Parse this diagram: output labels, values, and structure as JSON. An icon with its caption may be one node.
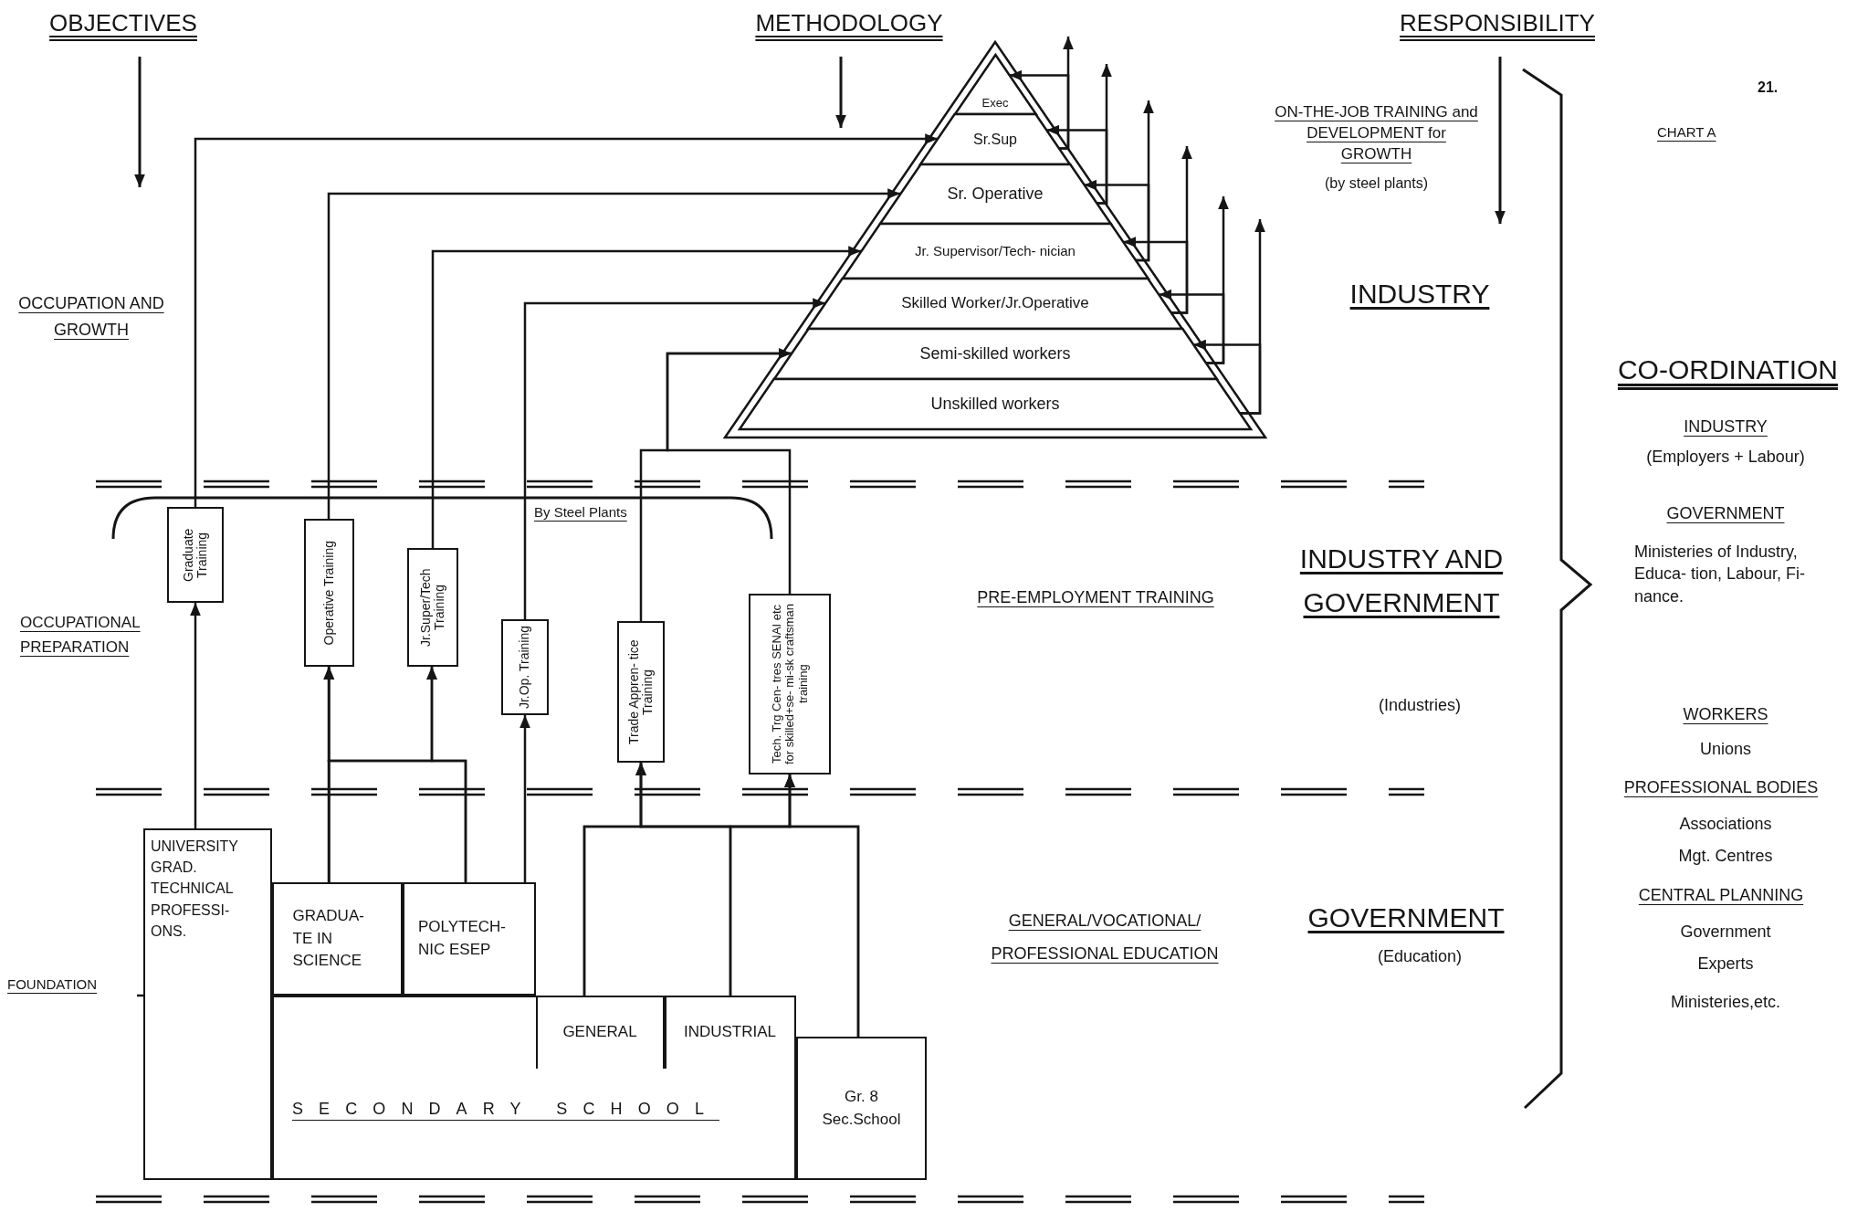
{
  "diagram": {
    "nodes": [
      {
        "text": [
          "Exec"
        ]
      },
      {
        "text": [
          "Sr.Sup"
        ]
      },
      {
        "text": [
          "Sr. Operative"
        ]
      },
      {
        "text": [
          "Jr. Supervisor/Tech- nician"
        ]
      },
      {
        "text": [
          "Skilled Worker/Jr.Operative"
        ]
      },
      {
        "text": [
          "Semi-skilled workers"
        ]
      },
      {
        "text": [
          "Unskilled workers"
        ]
      },
      {
        "text": [
          "Graduate Training"
        ]
      },
      {
        "text": [
          "Operative Training"
        ]
      },
      {
        "text": [
          "Jr.Super/Tech Training"
        ]
      },
      {
        "text": [
          "Jr.Op. Training"
        ]
      },
      {
        "text": [
          "Trade Appren- tice Training"
        ]
      },
      {
        "text": [
          "Tech. Trg Cen- tres SENAI etc for skilled+se- mi-sk craftsman training"
        ]
      },
      {
        "text": [
          "UNIVERSITY GRAD. TECHNICAL PROFESSI- ONS."
        ]
      },
      {
        "text": [
          "GRADUA- TE IN SCIENCE"
        ]
      },
      {
        "text": [
          "POLYTECH- NIC ESEP"
        ]
      },
      {
        "text": [
          "SECONDARY SCHOOL"
        ]
      },
      {
        "text": [
          "GENERAL"
        ],
        "in": 16
      },
      {
        "text": [
          "INDUSTRIAL"
        ],
        "in": 16
      },
      {
        "text": [
          "Gr. 8 Sec.School"
        ]
      }
    ],
    "edges": [
      {
        "from": 13,
        "to": 7,
        "arrow": "to"
      },
      {
        "from": 7,
        "to": 1,
        "arrow": "to"
      },
      {
        "from": 14,
        "to": 8,
        "arrow": "to"
      },
      {
        "from": 14,
        "to": 9,
        "arrow": "to"
      },
      {
        "from": 15,
        "to": 8,
        "arrow": "to"
      },
      {
        "from": 15,
        "to": 9,
        "arrow": "to"
      },
      {
        "from": 8,
        "to": 2,
        "arrow": "to"
      },
      {
        "from": 9,
        "to": 3,
        "arrow": "to"
      },
      {
        "from": 15,
        "to": 10,
        "arrow": "to"
      },
      {
        "from": 10,
        "to": 4,
        "arrow": "to"
      },
      {
        "from": 17,
        "to": 11,
        "arrow": "to"
      },
      {
        "from": 17,
        "to": 12,
        "arrow": "to"
      },
      {
        "from": 18,
        "to": 11,
        "arrow": "to"
      },
      {
        "from": 18,
        "to": 12,
        "arrow": "to"
      },
      {
        "from": 19,
        "to": 11,
        "arrow": "to"
      },
      {
        "from": 19,
        "to": 12,
        "arrow": "to"
      },
      {
        "from": 11,
        "to": 5,
        "arrow": "to"
      },
      {
        "from": 12,
        "to": 5,
        "arrow": "to"
      },
      {
        "from": 1,
        "to": 0,
        "arrow": "to"
      },
      {
        "from": 2,
        "to": 1,
        "arrow": "to"
      },
      {
        "from": 3,
        "to": 2,
        "arrow": "to"
      },
      {
        "from": 4,
        "to": 3,
        "arrow": "to"
      },
      {
        "from": 5,
        "to": 4,
        "arrow": "to"
      },
      {
        "from": 6,
        "to": 5,
        "arrow": "to"
      },
      {
        "from": 1,
        "to": null,
        "arrow": "to"
      },
      {
        "from": 2,
        "to": null,
        "arrow": "to"
      },
      {
        "from": 3,
        "to": null,
        "arrow": "to"
      },
      {
        "from": 4,
        "to": null,
        "arrow": "to"
      },
      {
        "from": 5,
        "to": null,
        "arrow": "to"
      },
      {
        "from": 6,
        "to": null,
        "arrow": "to"
      }
    ],
    "labels": [
      "OBJECTIVES",
      "METHODOLOGY",
      "RESPONSIBILITY",
      "21.",
      "CHART A",
      "ON-THE-JOB TRAINING and DEVELOPMENT for GROWTH",
      "(by steel plants)",
      "OCCUPATION AND GROWTH",
      "INDUSTRY",
      "CO-ORDINATION",
      "INDUSTRY",
      "(Employers + Labour)",
      "GOVERNMENT",
      "Ministeries of Industry, Educa- tion, Labour, Fi- nance.",
      "By Steel Plants",
      "PRE-EMPLOYMENT TRAINING",
      "INDUSTRY AND GOVERNMENT",
      "(Industries)",
      "OCCUPATIONAL PREPARATION",
      "WORKERS",
      "Unions",
      "PROFESSIONAL BODIES",
      "Associations",
      "Mgt. Centres",
      "CENTRAL PLANNING",
      "GENERAL/VOCATIONAL/ PROFESSIONAL EDUCATION",
      "GOVERNMENT",
      "(Education)",
      "Government",
      "Experts",
      "FOUNDATION",
      "Ministeries,etc."
    ]
  }
}
